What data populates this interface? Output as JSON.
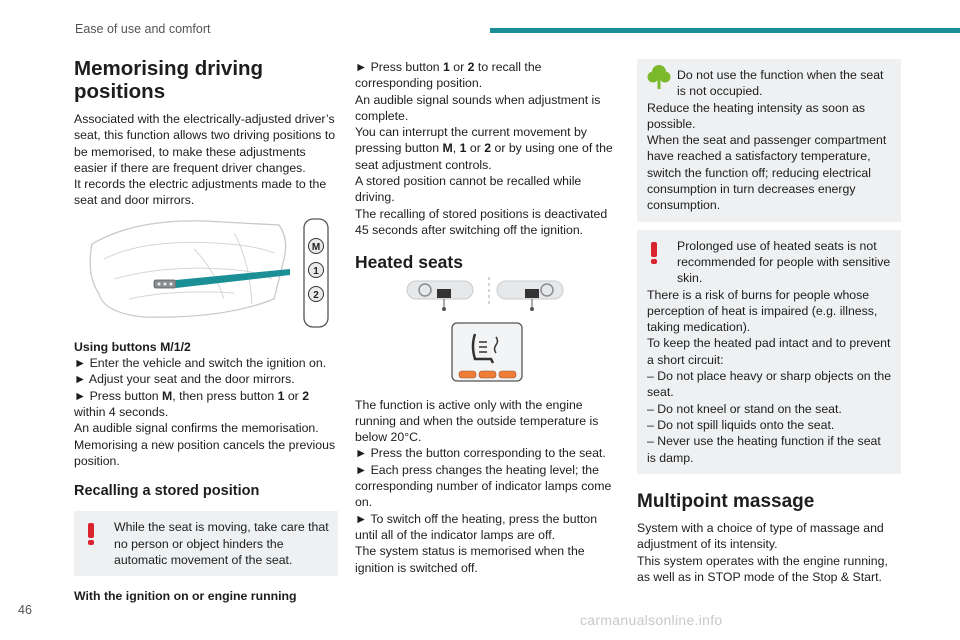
{
  "header": {
    "section_title": "Ease of use and comfort"
  },
  "page_number": "46",
  "watermark": "carmanualsonline.info",
  "col1": {
    "title": "Memorising driving positions",
    "intro": [
      "Associated with the electrically-adjusted driver’s seat, this function allows two driving positions to be memorised, to make these adjustments easier if there are frequent driver changes.",
      "It records the electric adjustments made to the seat and door mirrors."
    ],
    "figure_buttons": [
      "M",
      "1",
      "2"
    ],
    "using_buttons": {
      "heading": "Using buttons M/1/2",
      "steps": [
        "► Enter the vehicle and switch the ignition on.",
        "► Adjust your seat and the door mirrors."
      ],
      "step3": {
        "pre": "► Press button ",
        "b1": "M",
        "mid": ", then press button ",
        "b2": "1",
        "or": " or ",
        "b3": "2",
        "post": " within 4 seconds."
      },
      "after": [
        "An audible signal confirms the memorisation.",
        "Memorising a new position cancels the previous position."
      ]
    },
    "recalling": {
      "heading": "Recalling a stored position",
      "warning": "While the seat is moving, take care that no person or object hinders the automatic movement of the seat.",
      "condition": "With the ignition on or engine running"
    }
  },
  "col2": {
    "recall_step": {
      "pre": "► Press button ",
      "b1": "1",
      "or": " or ",
      "b2": "2",
      "post": " to recall the corresponding position."
    },
    "lines1": [
      "An audible signal sounds when adjustment is complete."
    ],
    "interrupt": {
      "pre": "You can interrupt the current movement by pressing button ",
      "b1": "M",
      "sep": ", ",
      "b2": "1",
      "or": " or ",
      "b3": "2",
      "post": " or by using one of the seat adjustment controls."
    },
    "lines2": [
      "A stored position cannot be recalled while driving.",
      "The recalling of stored positions is deactivated 45 seconds after switching off the ignition."
    ],
    "heated_title": "Heated seats",
    "heated_text": [
      "The function is active only with the engine running and when the outside temperature is below 20°C.",
      "► Press the button corresponding to the seat.",
      "► Each press changes the heating level; the corresponding number of indicator lamps come on.",
      "► To switch off the heating, press the button until all of the indicator lamps are off.",
      "The system status is memorised when the ignition is switched off."
    ]
  },
  "col3": {
    "eco_note": [
      "Do not use the function when the seat is not occupied.",
      "Reduce the heating intensity as soon as possible.",
      "When the seat and passenger compartment have reached a satisfactory temperature, switch the function off; reducing electrical consumption in turn decreases energy consumption."
    ],
    "warn_note": [
      "Prolonged use of heated seats is not recommended for people with sensitive skin.",
      "There is a risk of burns for people whose perception of heat is impaired (e.g. illness, taking medication).",
      "To keep the heated pad intact and to prevent a short circuit:",
      "– Do not place heavy or sharp objects on the seat.",
      "– Do not kneel or stand on the seat.",
      "– Do not spill liquids onto the seat.",
      "– Never use the heating function if the seat is damp."
    ],
    "massage_title": "Multipoint massage",
    "massage_text": [
      "System with a choice of type of massage and adjustment of its intensity.",
      "This system operates with the engine running, as well as in STOP mode of the Stop & Start."
    ]
  },
  "colors": {
    "accent": "#1b8f96",
    "warning": "#d9232e",
    "eco": "#7ab929",
    "note_bg": "#eef0f2",
    "lamp": "#ee7d38"
  }
}
